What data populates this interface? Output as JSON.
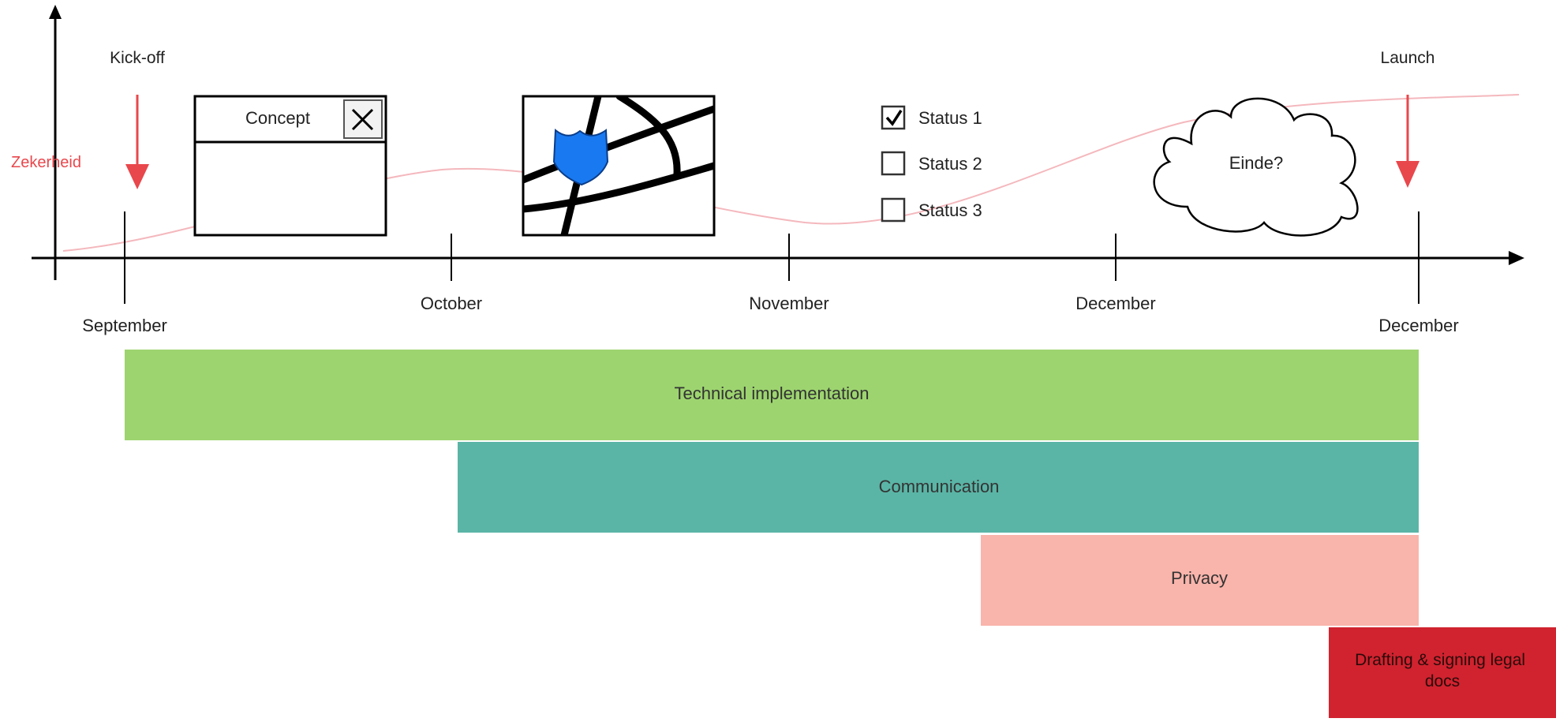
{
  "milestones": {
    "kickoff": "Kick-off",
    "launch": "Launch"
  },
  "y_axis_label": "Zekerheid",
  "months": [
    "September",
    "October",
    "November",
    "December",
    "December"
  ],
  "concept_window": {
    "title": "Concept"
  },
  "checkboxes": [
    {
      "label": "Status 1",
      "checked": true
    },
    {
      "label": "Status 2",
      "checked": false
    },
    {
      "label": "Status 3",
      "checked": false
    }
  ],
  "cloud_label": "Einde?",
  "map_marker_icon": "shield-marker-icon",
  "bars": [
    {
      "label": "Technical implementation",
      "color": "#9dd46f"
    },
    {
      "label": "Communication",
      "color": "#5ab5a6"
    },
    {
      "label": "Privacy",
      "color": "#f9b4ab"
    },
    {
      "label": "Drafting & signing legal docs",
      "color": "#d0232f"
    }
  ],
  "colors": {
    "arrow": "#e8474c",
    "axis_label": "#e8474c",
    "curve": "#f4b8bd",
    "map_marker": "#1979f0"
  }
}
